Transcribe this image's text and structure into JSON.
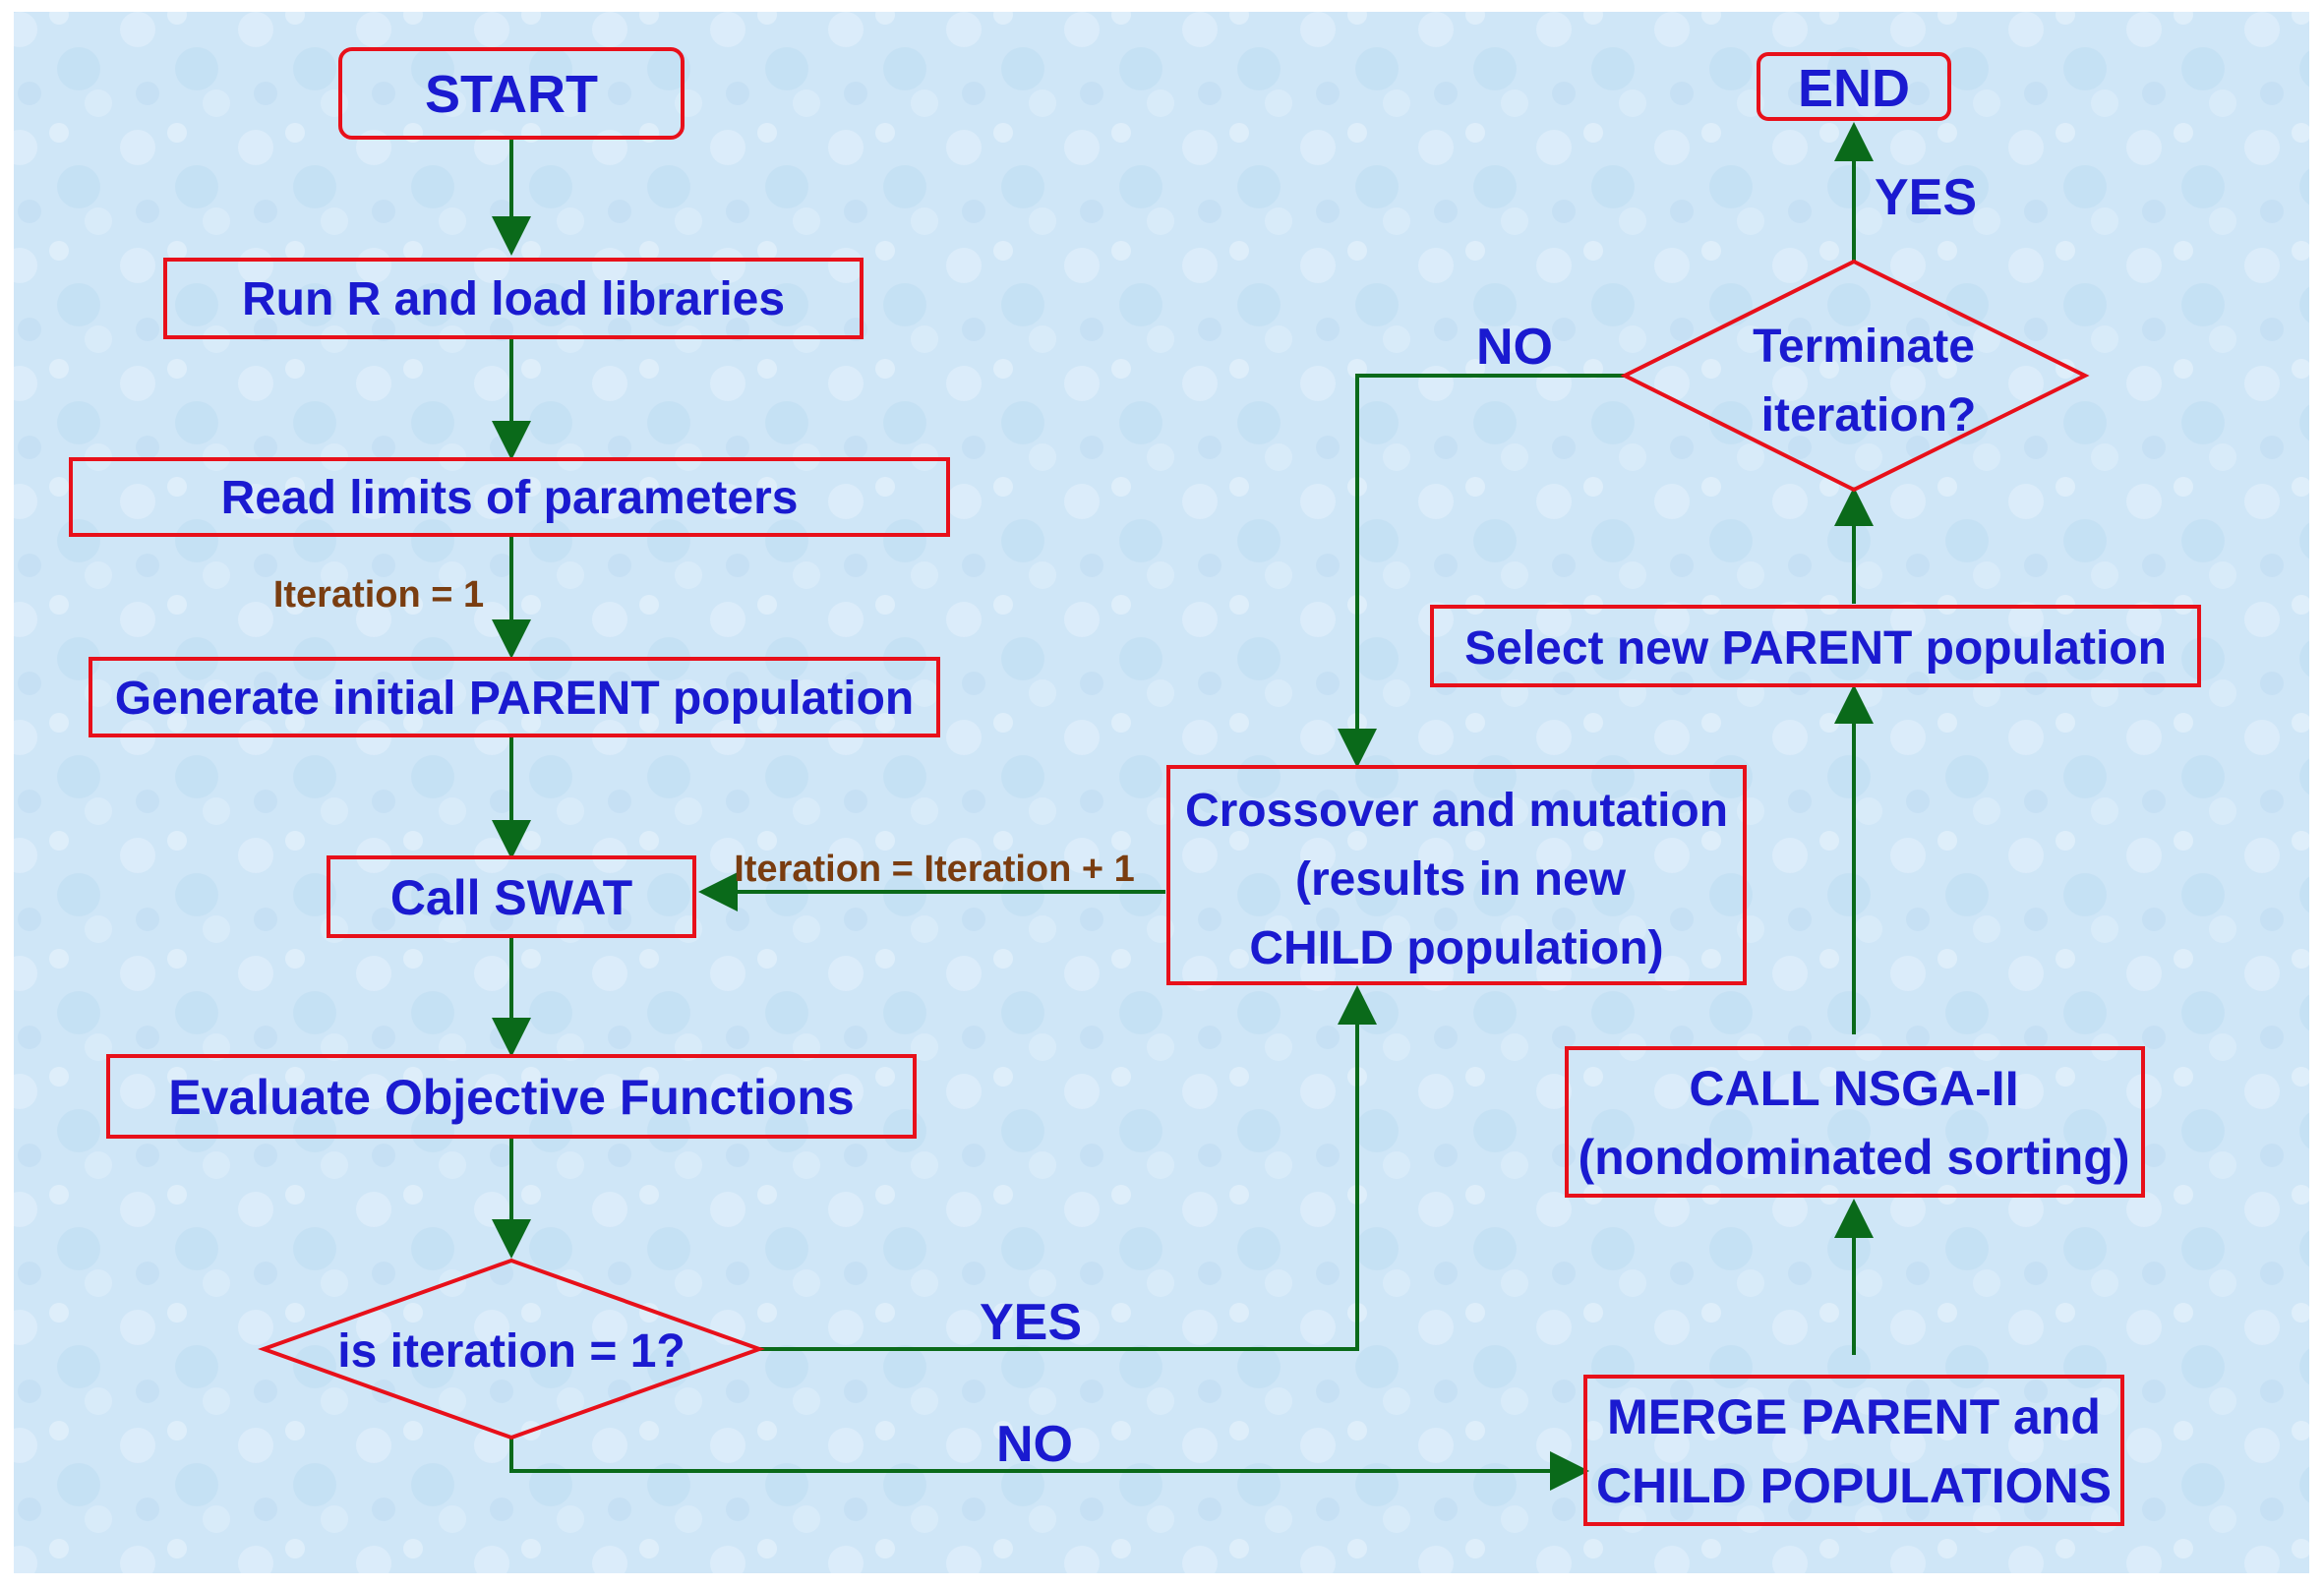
{
  "nodes": {
    "start": "START",
    "run_r": "Run R and load libraries",
    "read_limits": "Read limits of parameters",
    "generate": "Generate initial PARENT population",
    "call_swat": "Call SWAT",
    "evaluate": "Evaluate Objective Functions",
    "is_iter": "is iteration = 1?",
    "crossover": [
      "Crossover and mutation",
      "(results in new",
      "CHILD population)"
    ],
    "merge": [
      "MERGE PARENT and",
      "CHILD POPULATIONS"
    ],
    "nsga": [
      "CALL NSGA-II",
      "(nondominated sorting)"
    ],
    "select": "Select new PARENT population",
    "terminate": [
      "Terminate",
      "iteration?"
    ],
    "end": "END"
  },
  "labels": {
    "iter_init": "Iteration = 1",
    "iter_incr": "Iteration = Iteration + 1",
    "yes_is_iter": "YES",
    "no_is_iter": "NO",
    "yes_terminate": "YES",
    "no_terminate": "NO"
  },
  "colors": {
    "background": "#cfe6f7",
    "box_border": "#e8101a",
    "text": "#1a1ad0",
    "connector": "#0a6a1a",
    "iteration_label": "#7a3d10"
  }
}
